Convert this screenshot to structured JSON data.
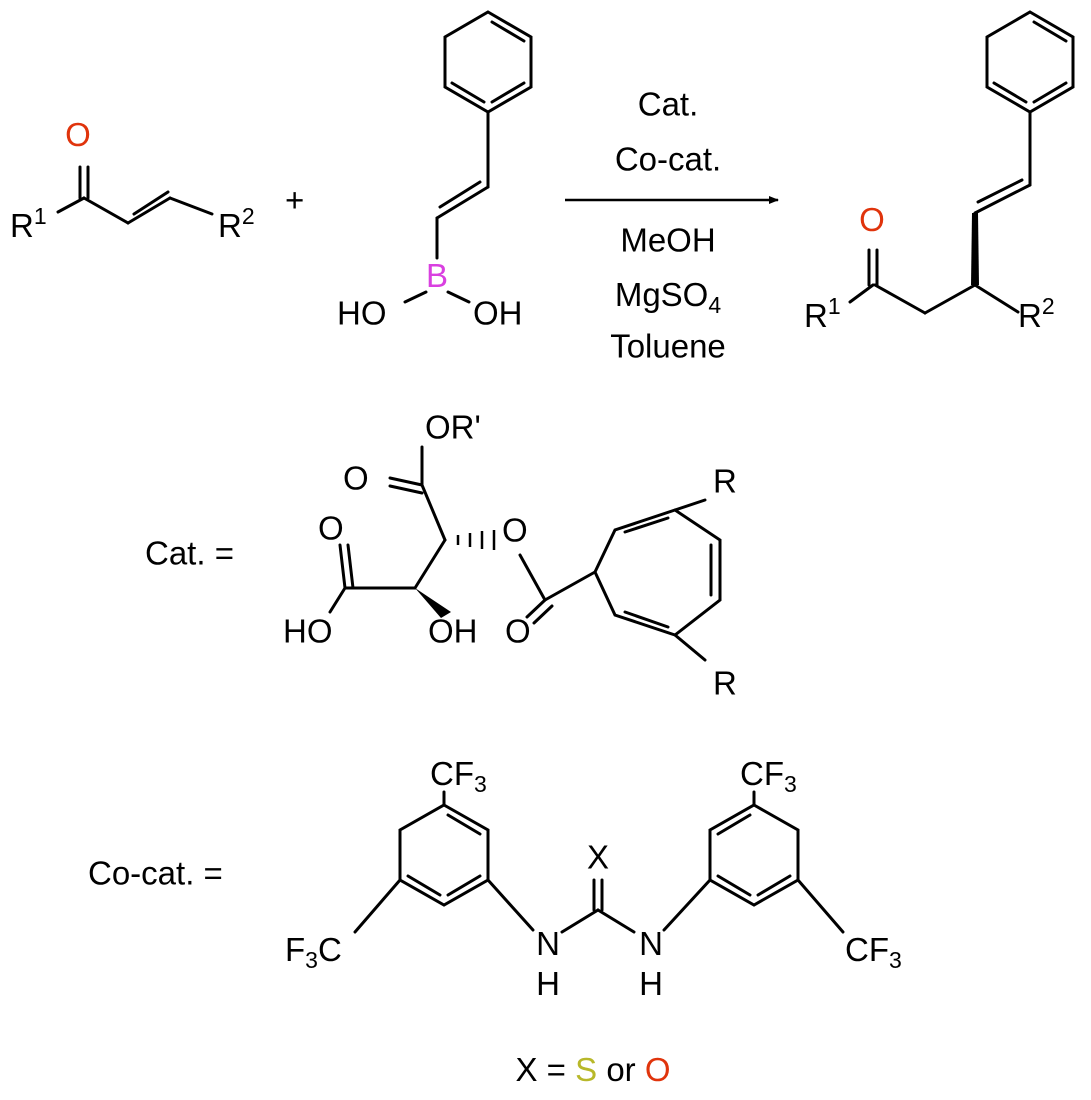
{
  "colors": {
    "oxygen": "#e0340c",
    "boron": "#d940e0",
    "fluorine": "#4a8fe8",
    "nitrogen": "#1a33f0",
    "sulfur": "#b8b82a",
    "bond": "#000000"
  },
  "reaction": {
    "enone": {
      "O": "O",
      "R": "R",
      "r1": "1",
      "r2": "2"
    },
    "plus": "+",
    "boronic_acid": {
      "B": "B",
      "HO": "HO",
      "OH": "OH"
    },
    "conditions_above": [
      "Cat.",
      "Co-cat."
    ],
    "conditions_below": [
      "MeOH",
      "MgSO",
      "4",
      "Toluene"
    ],
    "product": {
      "O": "O",
      "R": "R",
      "r1": "1",
      "r2": "2"
    }
  },
  "catalyst": {
    "label": "Cat. =",
    "OR": "OR'",
    "O_ester": "O",
    "O_ring": "O",
    "O_acid": "O",
    "HO": "HO",
    "OH": "OH",
    "O_carbonyl": "O",
    "R_top": "R",
    "R_bottom": "R"
  },
  "cocatalyst": {
    "label": "Co-cat. =",
    "X": "X",
    "N": "N",
    "H": "H",
    "CF": "CF",
    "F": "F",
    "C": "C",
    "three": "3"
  },
  "legend": {
    "X_eq": "X =",
    "S": "S",
    "or": "or",
    "O": "O"
  }
}
